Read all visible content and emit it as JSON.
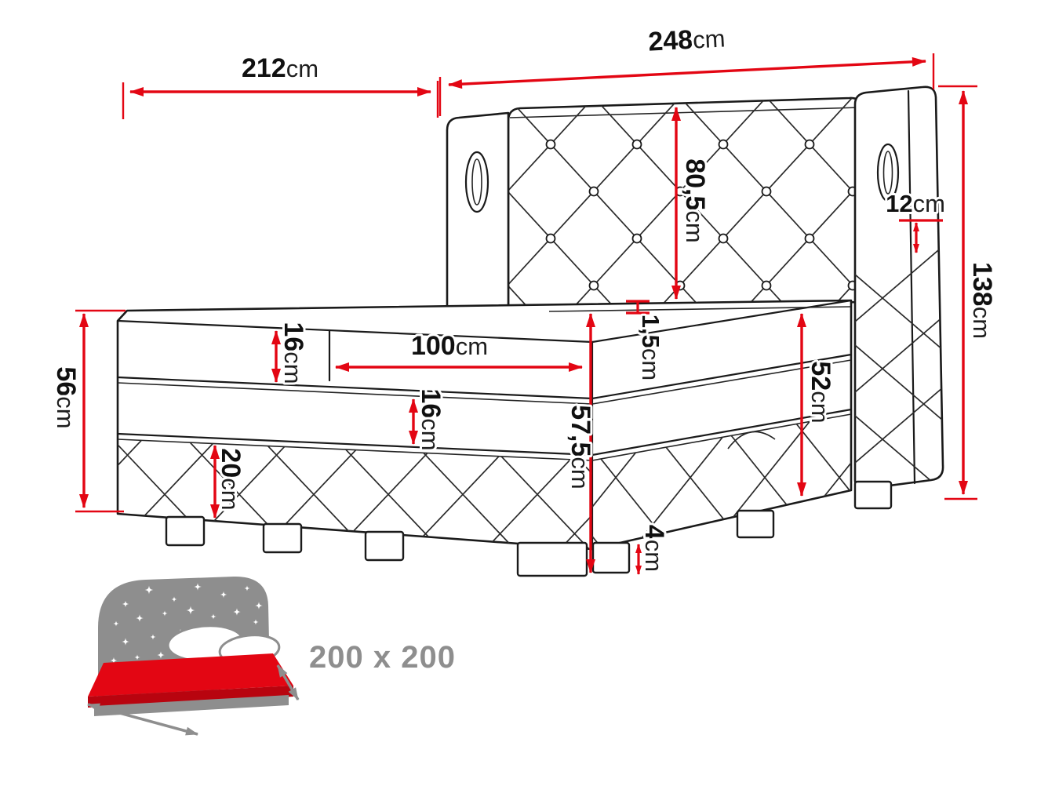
{
  "colors": {
    "dimension_red": "#e30613",
    "outline_black": "#1a1a1a",
    "icon_gray": "#8e8e8e",
    "icon_red": "#e30613",
    "background": "#ffffff"
  },
  "dims": {
    "depth_overall": {
      "value": "212",
      "unit": "cm"
    },
    "width_overall": {
      "value": "248",
      "unit": "cm"
    },
    "headboard_above_mattress": {
      "value": "80,5",
      "unit": "cm"
    },
    "wing_depth": {
      "value": "12",
      "unit": "cm"
    },
    "headboard_height": {
      "value": "138",
      "unit": "cm"
    },
    "base_height": {
      "value": "56",
      "unit": "cm"
    },
    "top_mattress_thickness": {
      "value": "16",
      "unit": "cm"
    },
    "mattress_half_width": {
      "value": "100",
      "unit": "cm"
    },
    "topper_lip": {
      "value": "1,5",
      "unit": "cm"
    },
    "side_height": {
      "value": "52",
      "unit": "cm"
    },
    "middle_mattress_thickness": {
      "value": "16",
      "unit": "cm"
    },
    "front_height": {
      "value": "57,5",
      "unit": "cm"
    },
    "base_box_height": {
      "value": "20",
      "unit": "cm"
    },
    "feet_height": {
      "value": "4",
      "unit": "cm"
    }
  },
  "icon": {
    "size_label": "200 x 200"
  }
}
